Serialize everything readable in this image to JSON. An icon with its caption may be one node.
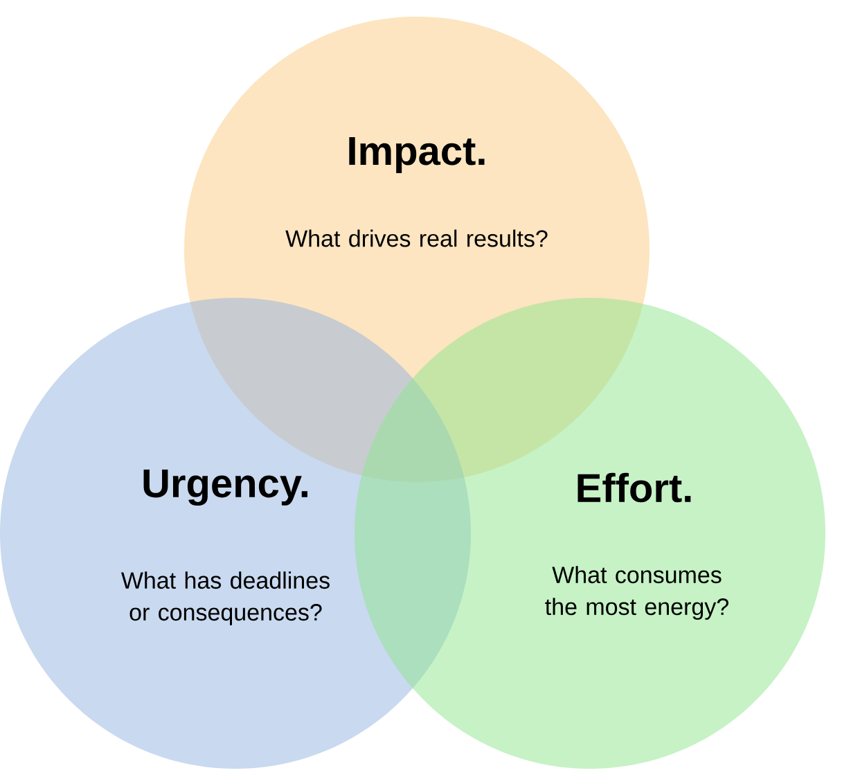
{
  "diagram": {
    "nodes": [
      {
        "text": [
          "Impact.",
          "What drives real results?"
        ]
      },
      {
        "text": [
          "Urgency.",
          "What has deadlines or consequences?"
        ]
      },
      {
        "text": [
          "Effort.",
          "What consumes the most energy?"
        ]
      }
    ]
  }
}
